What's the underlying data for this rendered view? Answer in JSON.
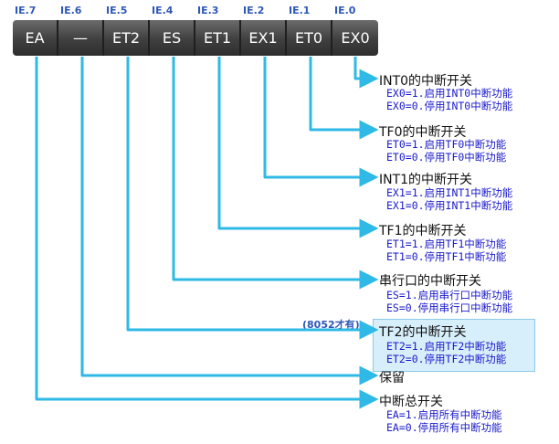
{
  "register": {
    "bit_labels": [
      "IE.7",
      "IE.6",
      "IE.5",
      "IE.4",
      "IE.3",
      "IE.2",
      "IE.1",
      "IE.0"
    ],
    "bit_names": [
      "EA",
      "—",
      "ET2",
      "ES",
      "ET1",
      "EX1",
      "ET0",
      "EX0"
    ]
  },
  "entries": [
    {
      "title": "INT0的中断开关",
      "lines": [
        "EX0=1.启用INT0中断功能",
        "EX0=0.停用INT0中断功能"
      ]
    },
    {
      "title": "TF0的中断开关",
      "lines": [
        "ET0=1.启用TF0中断功能",
        "ET0=0.停用TF0中断功能"
      ]
    },
    {
      "title": "INT1的中断开关",
      "lines": [
        "EX1=1.启用INT1中断功能",
        "EX1=0.停用INT1中断功能"
      ]
    },
    {
      "title": "TF1的中断开关",
      "lines": [
        "ET1=1.启用TF1中断功能",
        "ET1=0.停用TF1中断功能"
      ]
    },
    {
      "title": "串行口的中断开关",
      "lines": [
        "ES=1.启用串行口中断功能",
        "ES=0.停用串行口中断功能"
      ]
    },
    {
      "title": "TF2的中断开关",
      "lines": [
        "ET2=1.启用TF2中断功能",
        "ET2=0.停用TF2中断功能"
      ]
    },
    {
      "title": "保留",
      "lines": []
    },
    {
      "title": "中断总开关",
      "lines": [
        "EA=1.启用所有中断功能",
        "EA=0.停用所有中断功能"
      ]
    }
  ],
  "note_8052": "(8052才有)",
  "colors": {
    "arrow": "#2fb9e6",
    "bit_box": "#4a4a4a",
    "bit_label": "#2d57b8",
    "desc_text": "#1a1acc",
    "highlight_bg": "#d7eefb"
  }
}
